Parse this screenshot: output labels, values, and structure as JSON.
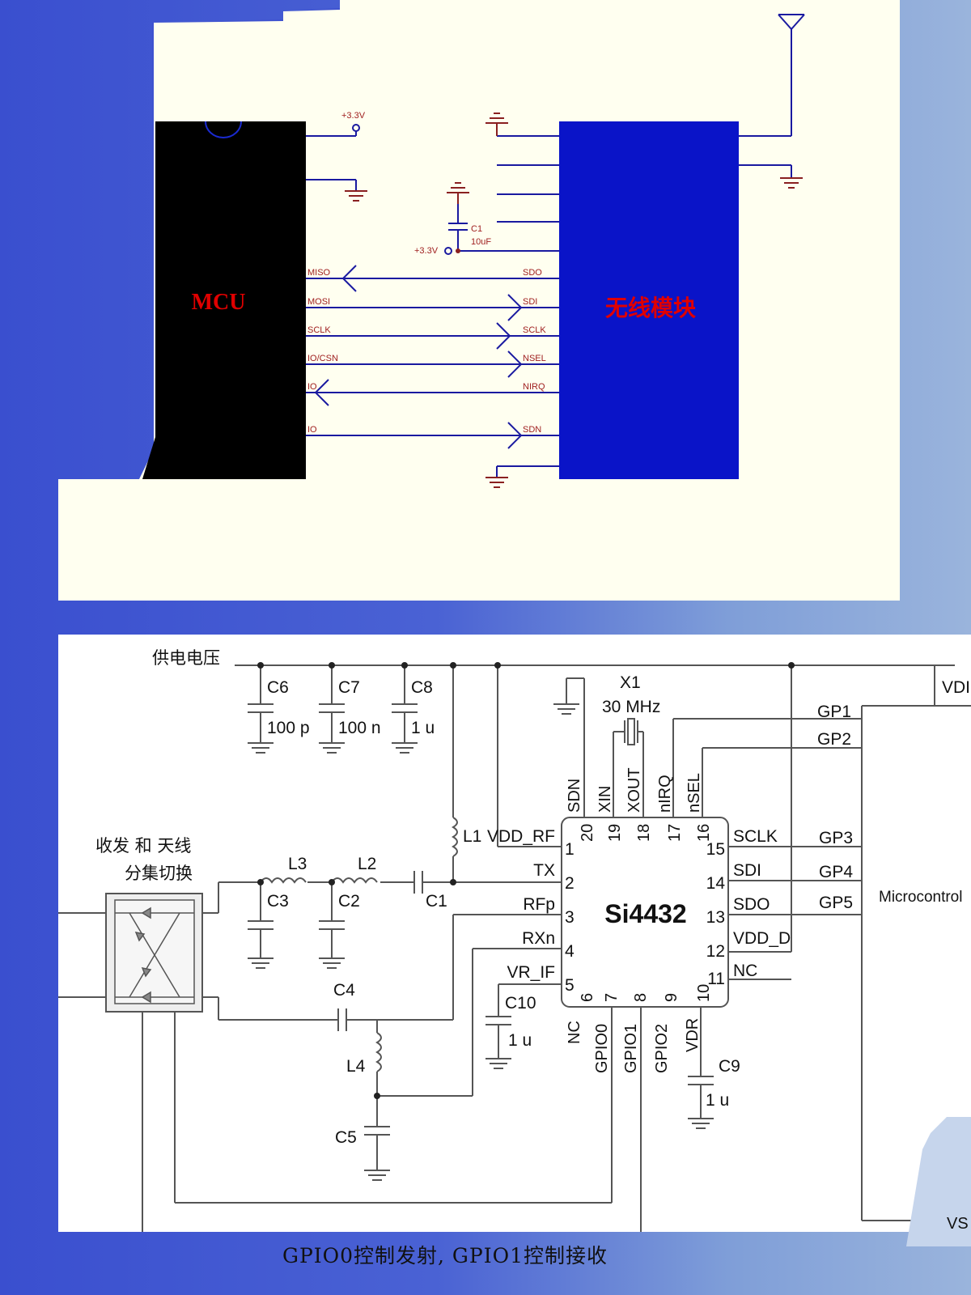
{
  "top_schematic": {
    "mcu_label": "MCU",
    "module_label": "无线模块",
    "vcc_label": "+3.3V",
    "cap_name": "C1",
    "cap_value": "10uF",
    "cap_vcc_label": "+3.3V",
    "mcu_pins": [
      "MISO",
      "MOSI",
      "SCLK",
      "IO/CSN",
      "IO",
      "IO"
    ],
    "module_pins": [
      "SDO",
      "SDI",
      "SCLK",
      "NSEL",
      "NIRQ",
      "SDN"
    ]
  },
  "bottom_schematic": {
    "supply_label": "供电电压",
    "caps": [
      {
        "name": "C6",
        "value": "100 p"
      },
      {
        "name": "C7",
        "value": "100 n"
      },
      {
        "name": "C8",
        "value": "1 u"
      }
    ],
    "crystal_name": "X1",
    "crystal_freq": "30 MHz",
    "switch_label_line1": "收发 和 天线",
    "switch_label_line2": "分集切换",
    "chip_name": "Si4432",
    "l1": "L1",
    "l2": "L2",
    "l3": "L3",
    "l4": "L4",
    "c1": "C1",
    "c2": "C2",
    "c3": "C3",
    "c4": "C4",
    "c5": "C5",
    "c9": "C9",
    "c9_value": "1 u",
    "c10": "C10",
    "c10_value": "1 u",
    "left_pins": [
      "VDD_RF",
      "TX",
      "RFp",
      "RXn",
      "VR_IF"
    ],
    "left_pin_nums": [
      "1",
      "2",
      "3",
      "4",
      "5"
    ],
    "right_pins": [
      "SCLK",
      "SDI",
      "SDO",
      "VDD_D",
      "NC"
    ],
    "right_pin_nums": [
      "15",
      "14",
      "13",
      "12",
      "11"
    ],
    "top_pins": [
      "SDN",
      "XIN",
      "XOUT",
      "nIRQ",
      "nSEL"
    ],
    "top_pin_nums": [
      "20",
      "19",
      "18",
      "17",
      "16"
    ],
    "bottom_pins": [
      "NC",
      "GPIO0",
      "GPIO1",
      "GPIO2",
      "VDR"
    ],
    "bottom_pin_nums": [
      "6",
      "7",
      "8",
      "9",
      "10"
    ],
    "gp_labels": [
      "GP1",
      "GP2",
      "GP3",
      "GP4",
      "GP5"
    ],
    "mcu_label": "Microcontrol",
    "vdd_label": "VDI",
    "vss_label": "VS"
  },
  "caption": "GPIO0控制发射, GPIO1控制接收",
  "colors": {
    "panel_bg": "#fffff0",
    "mcu_body": "#000000",
    "module_body": "#0a14c8",
    "label_red": "#e00000",
    "wire_blue": "#1a1aa0",
    "wire_gray": "#555555"
  }
}
